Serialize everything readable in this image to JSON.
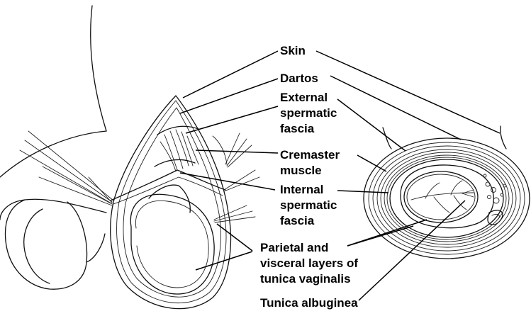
{
  "labels": {
    "skin": "Skin",
    "dartos": "Dartos",
    "external_1": "External",
    "external_2": "spermatic",
    "external_3": "fascia",
    "cremaster_1": "Cremaster",
    "cremaster_2": "muscle",
    "internal_1": "Internal",
    "internal_2": "spermatic",
    "internal_3": "fascia",
    "tunica_v_1": "Parietal and",
    "tunica_v_2": "visceral layers of",
    "tunica_v_3": "tunica vaginalis",
    "tunica_albuginea": "Tunica albuginea"
  }
}
